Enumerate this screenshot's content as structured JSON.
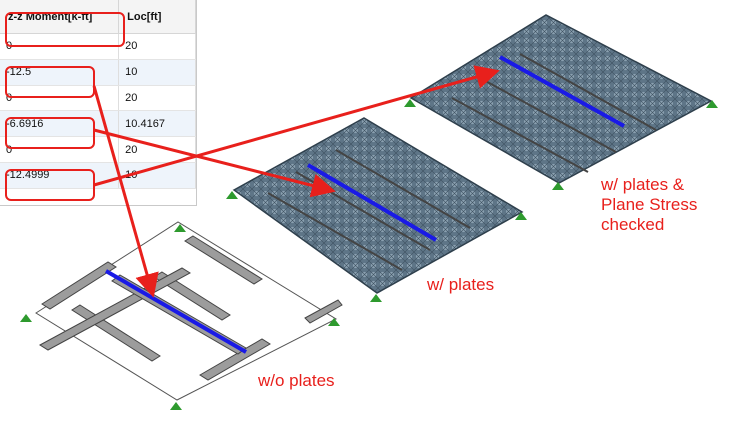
{
  "table": {
    "headers": [
      "z-z Moment[k-ft]",
      "Loc[ft]"
    ],
    "rows": [
      [
        "0",
        "20"
      ],
      [
        "-12.5",
        "10"
      ],
      [
        "0",
        "20"
      ],
      [
        "-6.6916",
        "10.4167"
      ],
      [
        "0",
        "20"
      ],
      [
        "-12.4999",
        "10"
      ]
    ]
  },
  "labels": {
    "wo_plates": "w/o plates",
    "w_plates": "w/ plates",
    "w_plates_plane_stress": [
      "w/ plates &",
      "Plane Stress",
      "checked"
    ]
  },
  "colors": {
    "annotation_red": "#e8201c",
    "highlight_beam": "#1a1ae6",
    "plate_mesh": "#5e7587",
    "support_green": "#2e9a2e"
  }
}
